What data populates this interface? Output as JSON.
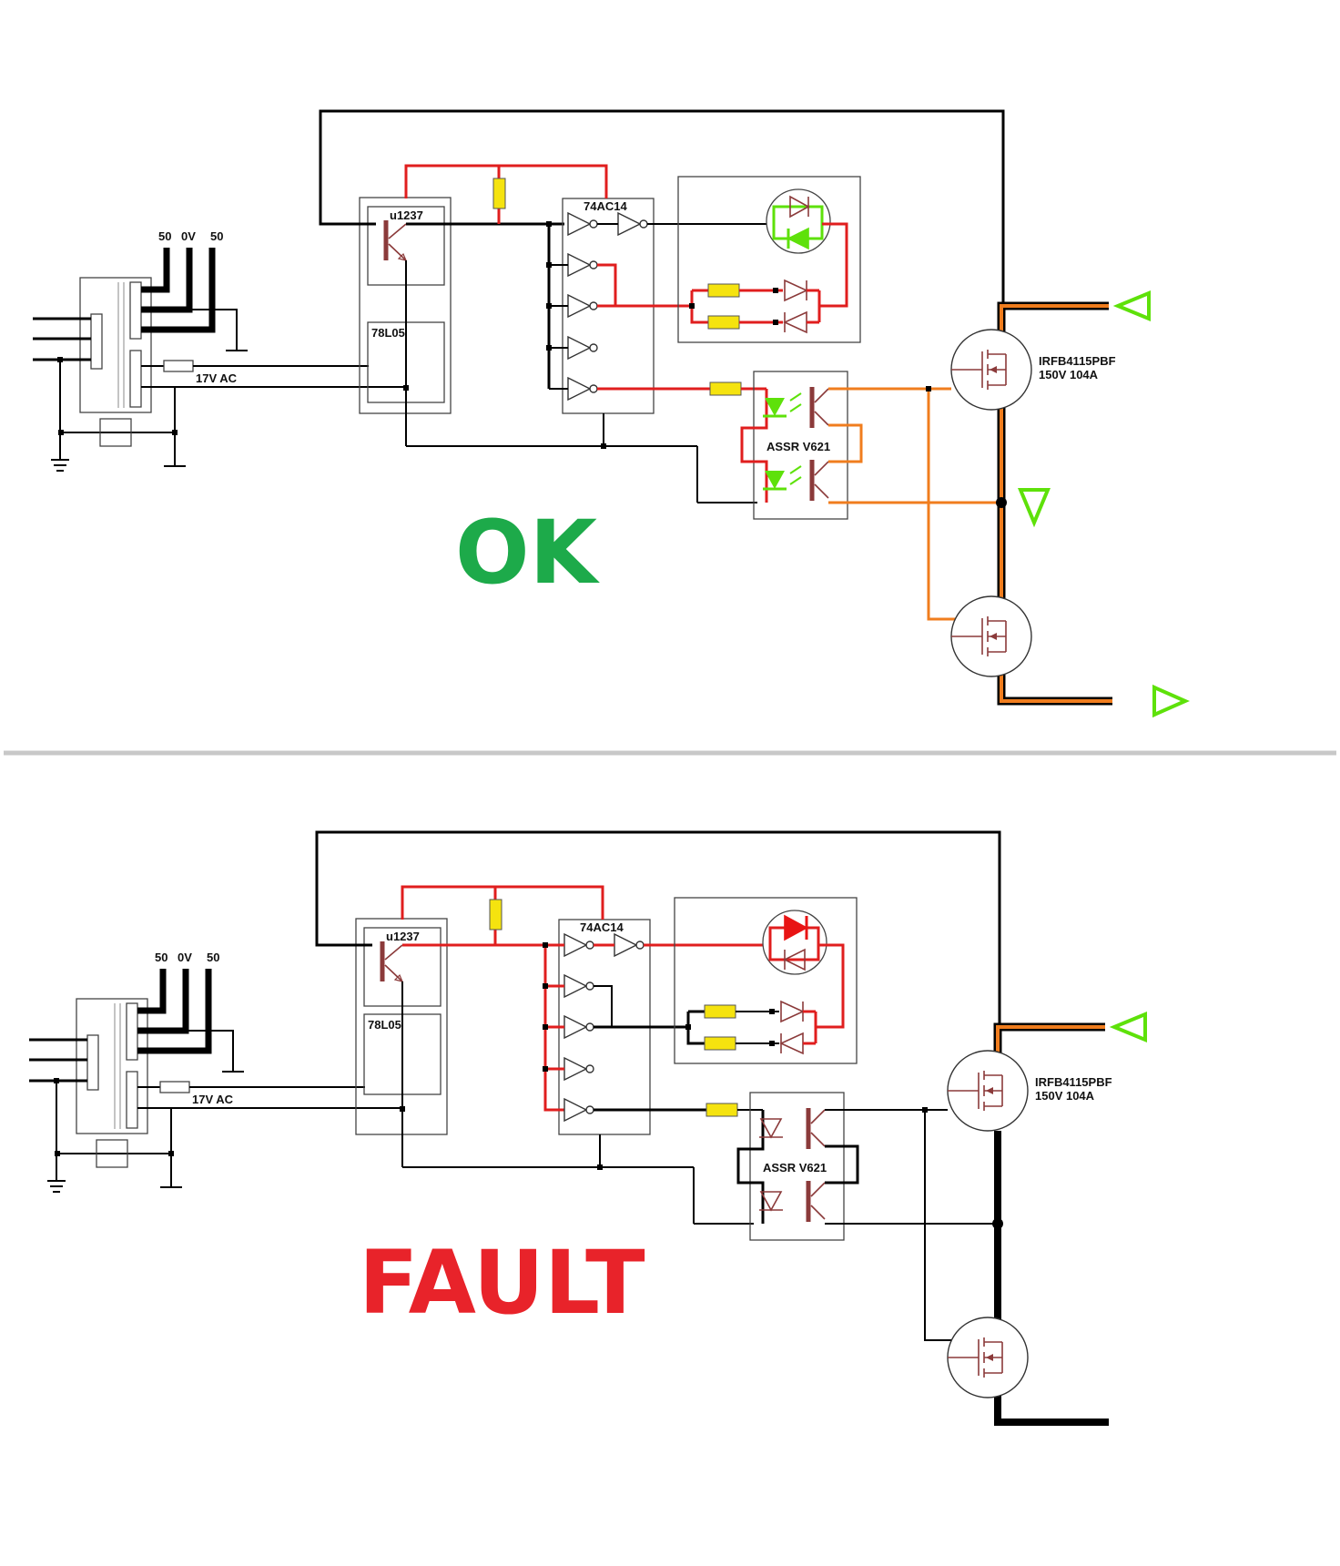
{
  "transformer": {
    "taps": [
      "50",
      "0V",
      "50"
    ],
    "secondary_label": "17V AC"
  },
  "chips": {
    "transistor": "u1237",
    "regulator": "78L05",
    "inverter": "74AC14",
    "ssr": "ASSR V621"
  },
  "mosfet": {
    "part": "IRFB4115PBF",
    "rating": "150V  104A"
  },
  "panels": [
    {
      "status": "OK",
      "status_color": "#1daa4a",
      "led_state": "green"
    },
    {
      "status": "FAULT",
      "status_color": "#e8232a",
      "led_state": "red"
    }
  ],
  "colors": {
    "active_wire": "#e01e1e",
    "gate_wire": "#f07d1e",
    "resistor": "#f5e30f",
    "led_green": "#5ee10a",
    "led_red": "#e81414",
    "divider": "#c8c8c8"
  }
}
